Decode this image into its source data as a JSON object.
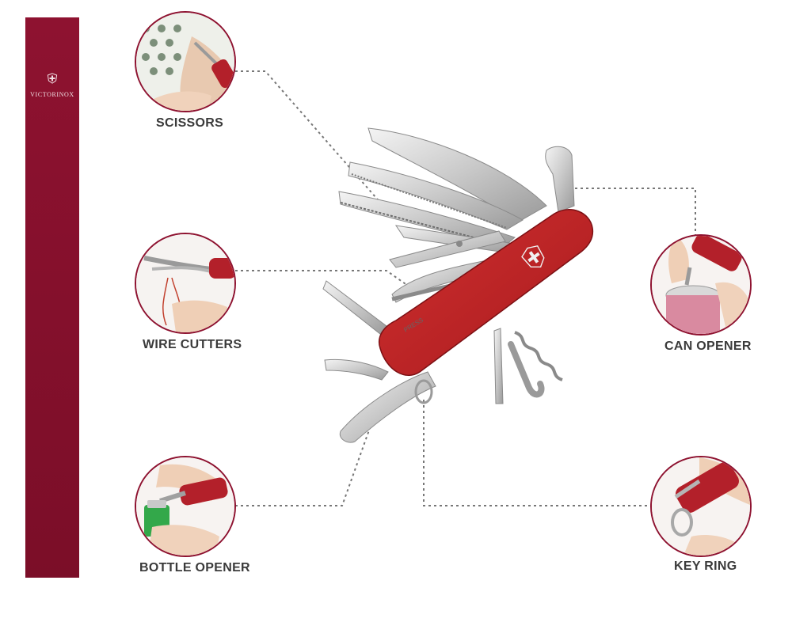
{
  "brand": {
    "name": "VICTORINOX",
    "color": "#8e1230"
  },
  "features": [
    {
      "id": "scissors",
      "label": "SCISSORS",
      "icon": "scissors-icon"
    },
    {
      "id": "wire-cutters",
      "label": "WIRE CUTTERS",
      "icon": "pliers-icon"
    },
    {
      "id": "bottle-opener",
      "label": "BOTTLE OPENER",
      "icon": "bottle-opener-icon"
    },
    {
      "id": "can-opener",
      "label": "CAN OPENER",
      "icon": "can-opener-icon"
    },
    {
      "id": "key-ring",
      "label": "KEY RING",
      "icon": "key-ring-icon"
    }
  ],
  "knife": {
    "engraving": "PRESS"
  }
}
